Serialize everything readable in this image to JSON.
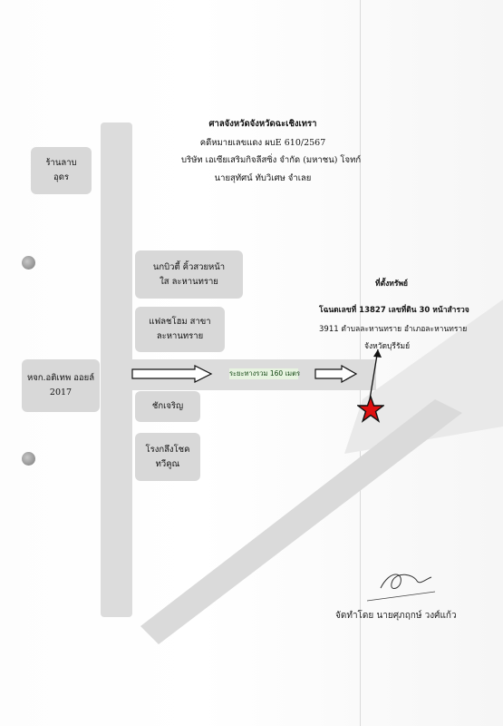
{
  "header": {
    "court": "ศาลจังหวัดจังหวัดฉะเชิงเทรา",
    "case_no": "คดีหมายเลขแดง ผบE 610/2567",
    "plaintiff": "บริษัท เอเซียเสริมกิจลีสซิ่ง จำกัด (มหาชน)   โจทก์",
    "defendant": "นายสุทัศน์ ทับวิเศษ   จำเลย"
  },
  "landmarks": {
    "shop": [
      "ร้านลาบ",
      "อุดร"
    ],
    "salon": [
      "นกบิวตี้ คิ้วสวยหน้า",
      "ใส ละหานทราย"
    ],
    "pharmacy": [
      "แฟลชโฮม สาขา",
      "ละหานทราย"
    ],
    "chakcharoen": [
      "ชักเจริญ"
    ],
    "rice_mill": [
      "โรงกลึงโชค",
      "ทวีคูณ"
    ],
    "partnership": [
      "หจก.อติเทพ ออยล์",
      "2017"
    ]
  },
  "distance_label": "ระยะทางรวม 160 เมตร",
  "property": {
    "title": "ที่ตั้งทรัพย์",
    "line1": "โฉนดเลขที่ 13827 เลขที่ดิน 30 หน้าสำรวจ",
    "line2": "3911 ตำบลละหานทราย อำเภอละหานทราย",
    "line3": "จังหวัดบุรีรัมย์"
  },
  "footer": "จัดทำโดย นายศุภฤกษ์ วงศ์แก้ว",
  "colors": {
    "road": "#dcdcdc",
    "box": "#d8d8d8",
    "marker_star": "#e01010",
    "marker_outline": "#111111"
  },
  "icons": {
    "marker": "star-icon",
    "direction": "right-arrow-icon"
  }
}
